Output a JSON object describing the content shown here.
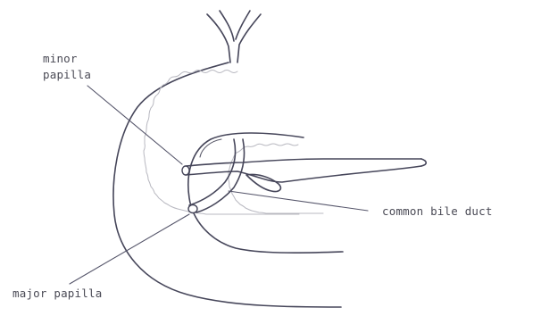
{
  "labels": {
    "minor_papilla_line1": "minor",
    "minor_papilla_line2": "papilla",
    "common_bile_duct": "common bile duct",
    "major_papilla": "major papilla"
  },
  "colors": {
    "ink": "#46465a",
    "label": "#4a4a55",
    "duodenal_wall": "#b8b8c0",
    "background": "#ffffff"
  }
}
